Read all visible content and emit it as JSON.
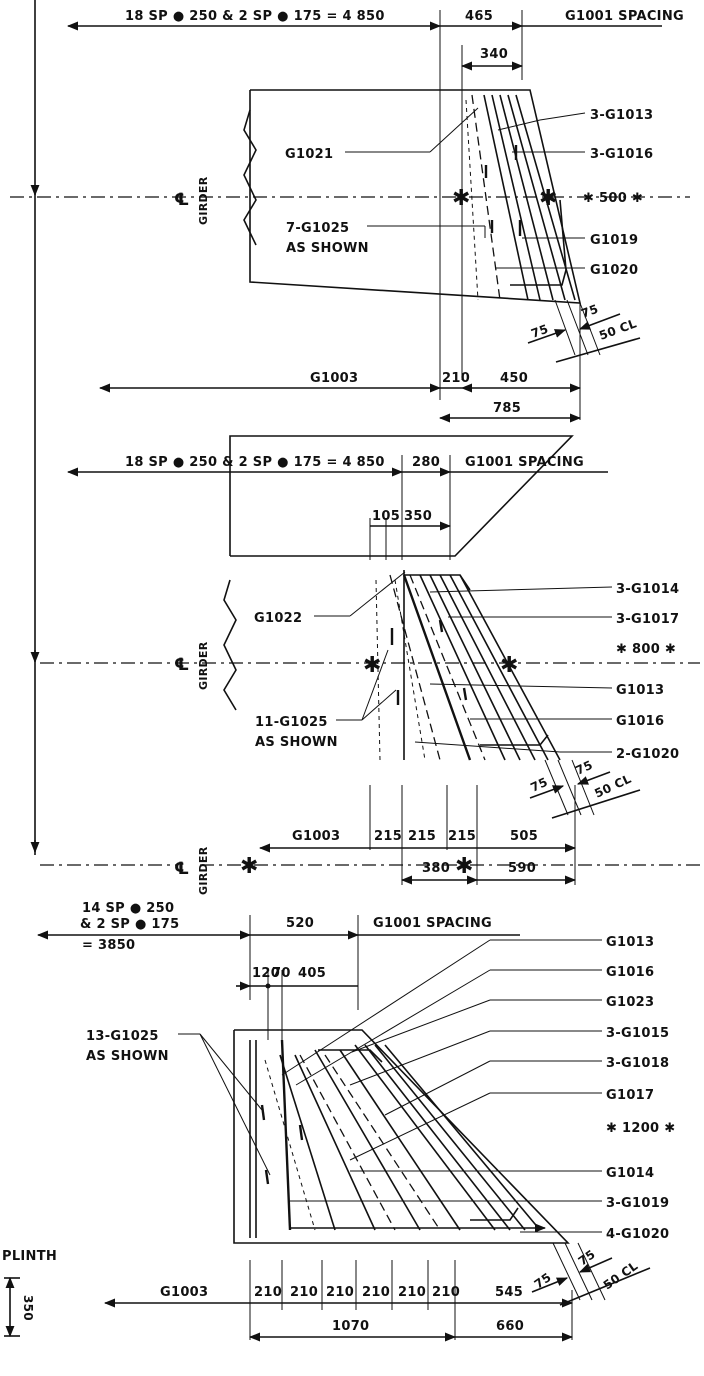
{
  "section_top": {
    "spacing_top": "18 SP ● 250 & 2 SP ● 175 = 4 850",
    "dim_465": "465",
    "g1001": "G1001 SPACING",
    "dim_340": "340",
    "g1021": "G1021",
    "girder_cl_symbol": "℄",
    "girder": "GIRDER",
    "label_7_g1025": "7-G1025",
    "as_shown": "AS SHOWN",
    "r_3g1013": "3-G1013",
    "r_3g1016": "3-G1016",
    "star_500": "✱ 500 ✱",
    "r_g1019": "G1019",
    "r_g1020": "G1020",
    "d75a": "75",
    "d75b": "75",
    "d50cl": "50 CL",
    "g1003": "G1003",
    "dim_210": "210",
    "dim_450": "450",
    "dim_785": "785"
  },
  "section_mid": {
    "spacing_top": "18 SP ● 250 & 2 SP ● 175 = 4 850",
    "dim_280": "280",
    "g1001": "G1001 SPACING",
    "dim_105": "105",
    "dim_350": "350",
    "g1022": "G1022",
    "girder_cl_symbol": "℄",
    "girder": "GIRDER",
    "label_11_g1025": "11-G1025",
    "as_shown": "AS SHOWN",
    "r_3g1014": "3-G1014",
    "r_3g1017": "3-G1017",
    "star_800": "✱ 800 ✱",
    "r_g1013": "G1013",
    "r_g1016": "G1016",
    "r_2g1020": "2-G1020",
    "d75a": "75",
    "d75b": "75",
    "d50cl": "50 CL",
    "g1003": "G1003",
    "dim_215a": "215",
    "dim_215b": "215",
    "dim_215c": "215",
    "dim_505": "505",
    "dim_380": "380",
    "dim_590": "590"
  },
  "section_bot": {
    "spacing_l1": "14 SP ● 250",
    "spacing_l2": "& 2 SP ● 175",
    "spacing_l3": "= 3850",
    "dim_520": "520",
    "g1001": "G1001 SPACING",
    "dim_120": "120",
    "dim_70": "70",
    "dim_405": "405",
    "label_13_g1025": "13-G1025",
    "as_shown": "AS SHOWN",
    "girder_cl_symbol": "℄",
    "girder": "GIRDER",
    "r_g1013": "G1013",
    "r_g1016": "G1016",
    "r_g1023": "G1023",
    "r_3g1015": "3-G1015",
    "r_3g1018": "3-G1018",
    "r_g1017": "G1017",
    "star_1200": "✱ 1200 ✱",
    "r_g1014": "G1014",
    "r_3g1019": "3-G1019",
    "r_4g1020": "4-G1020",
    "d75a": "75",
    "d75b": "75",
    "d50cl": "50 CL",
    "plinth": "PLINTH",
    "dim_350": "350",
    "g1003": "G1003",
    "dim_210": [
      "210",
      "210",
      "210",
      "210",
      "210",
      "210"
    ],
    "dim_545": "545",
    "dim_1070": "1070",
    "dim_660": "660"
  }
}
